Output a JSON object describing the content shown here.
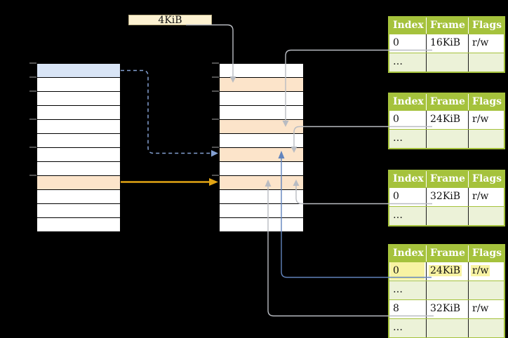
{
  "page_size_label": "4KiB",
  "colors": {
    "headerGreen": "#a5c23c",
    "rowGreen": "#ecf2d8",
    "frameOrange": "#fce4ca",
    "pageBlue": "#d9e5f6",
    "highlightYellow": "#f8f3a3",
    "labelFill": "#fdf2d1",
    "arrowGray": "#b9bcc2",
    "arrowBlue": "#6284bd",
    "arrowBlueDash": "#84a0d2",
    "arrowOrange": "#e2a414"
  },
  "memory": {
    "virtual": {
      "rows": [
        "blue",
        "white",
        "white",
        "white",
        "white",
        "white",
        "white",
        "white",
        "orange",
        "white",
        "white",
        "white"
      ],
      "tick_rows": [
        0,
        1,
        2,
        4,
        6,
        8
      ]
    },
    "physical": {
      "rows": [
        "white",
        "orange",
        "white",
        "white",
        "orange",
        "white",
        "orange",
        "white",
        "orange",
        "white",
        "white",
        "white"
      ],
      "tick_rows": [
        0,
        1,
        2,
        4,
        6,
        8
      ]
    }
  },
  "page_tables": [
    {
      "id": "page-table-16kib",
      "headers": [
        "Index",
        "Frame",
        "Flags"
      ],
      "rows": [
        {
          "index": "0",
          "frame": "16KiB",
          "flags": "r/w",
          "shaded": false,
          "highlight": false
        },
        {
          "index": "…",
          "frame": "",
          "flags": "",
          "shaded": true,
          "highlight": false
        }
      ]
    },
    {
      "id": "page-table-24kib",
      "headers": [
        "Index",
        "Frame",
        "Flags"
      ],
      "rows": [
        {
          "index": "0",
          "frame": "24KiB",
          "flags": "r/w",
          "shaded": false,
          "highlight": false
        },
        {
          "index": "…",
          "frame": "",
          "flags": "",
          "shaded": true,
          "highlight": false
        }
      ]
    },
    {
      "id": "page-table-32kib",
      "headers": [
        "Index",
        "Frame",
        "Flags"
      ],
      "rows": [
        {
          "index": "0",
          "frame": "32KiB",
          "flags": "r/w",
          "shaded": false,
          "highlight": false
        },
        {
          "index": "…",
          "frame": "",
          "flags": "",
          "shaded": true,
          "highlight": false
        }
      ]
    },
    {
      "id": "page-table-level2",
      "headers": [
        "Index",
        "Frame",
        "Flags"
      ],
      "rows": [
        {
          "index": "0",
          "frame": "24KiB",
          "flags": "r/w",
          "shaded": false,
          "highlight": true
        },
        {
          "index": "…",
          "frame": "",
          "flags": "",
          "shaded": true,
          "highlight": false
        },
        {
          "index": "8",
          "frame": "32KiB",
          "flags": "r/w",
          "shaded": false,
          "highlight": false
        },
        {
          "index": "…",
          "frame": "",
          "flags": "",
          "shaded": true,
          "highlight": false
        }
      ]
    }
  ]
}
